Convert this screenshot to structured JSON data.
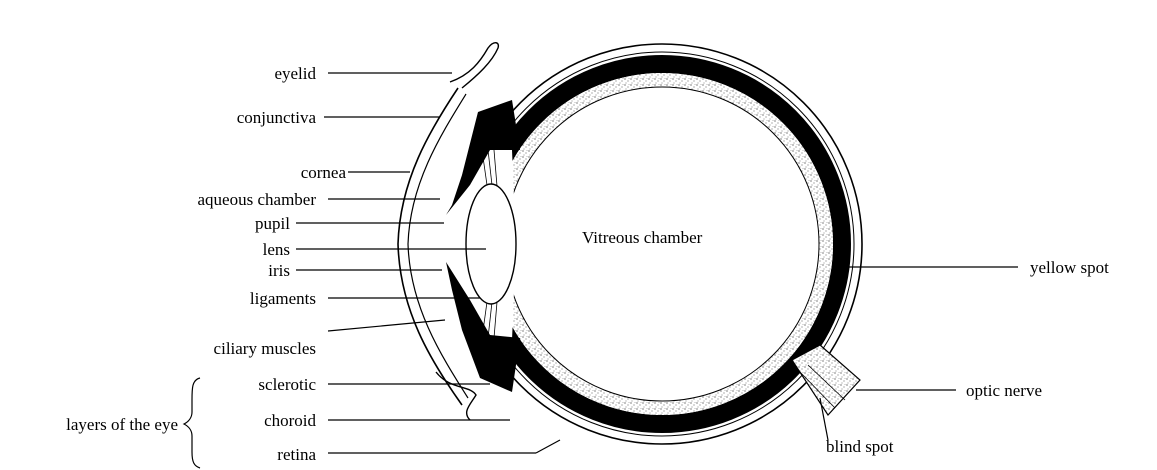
{
  "labels": {
    "eyelid": "eyelid",
    "conjunctiva": "conjunctiva",
    "cornea": "cornea",
    "aqueous_chamber": "aqueous chamber",
    "pupil": "pupil",
    "lens": "lens",
    "iris": "iris",
    "ligaments": "ligaments",
    "ciliary_muscles": "ciliary muscles",
    "sclerotic": "sclerotic",
    "choroid": "choroid",
    "retina": "retina",
    "layers_of_the_eye": "layers of the eye",
    "vitreous_chamber": "Vitreous chamber",
    "yellow_spot": "yellow spot",
    "optic_nerve": "optic nerve",
    "blind_spot": "blind spot"
  }
}
